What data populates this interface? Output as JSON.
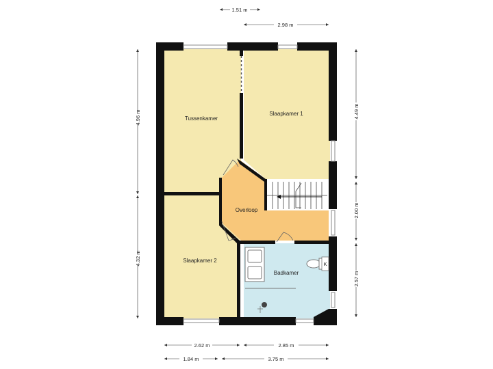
{
  "rooms": [
    {
      "id": "tussenkamer",
      "label": "Tussenkamer"
    },
    {
      "id": "slaapkamer-1",
      "label": "Slaapkamer 1"
    },
    {
      "id": "overloop",
      "label": "Overloop"
    },
    {
      "id": "slaapkamer-2",
      "label": "Slaapkamer 2"
    },
    {
      "id": "badkamer",
      "label": "Badkamer"
    }
  ],
  "dimensions": {
    "top_1": "1.51 m",
    "top_2": "2.98 m",
    "left_upper": "4.96 m",
    "left_lower": "4.32 m",
    "right_upper": "4.49 m",
    "right_middle": "2.00 m",
    "right_lower": "2.57 m",
    "bottom_row1_left": "2.62 m",
    "bottom_row1_right": "2.85 m",
    "bottom_row2_left": "1.84 m",
    "bottom_row2_right": "3.75 m"
  },
  "fixtures": {
    "toilet_k_label": "K"
  },
  "colors": {
    "bedroom_fill": "#f5e9b0",
    "landing_fill": "#f8c77a",
    "bathroom_fill": "#cfe9ef",
    "wall": "#111111"
  }
}
